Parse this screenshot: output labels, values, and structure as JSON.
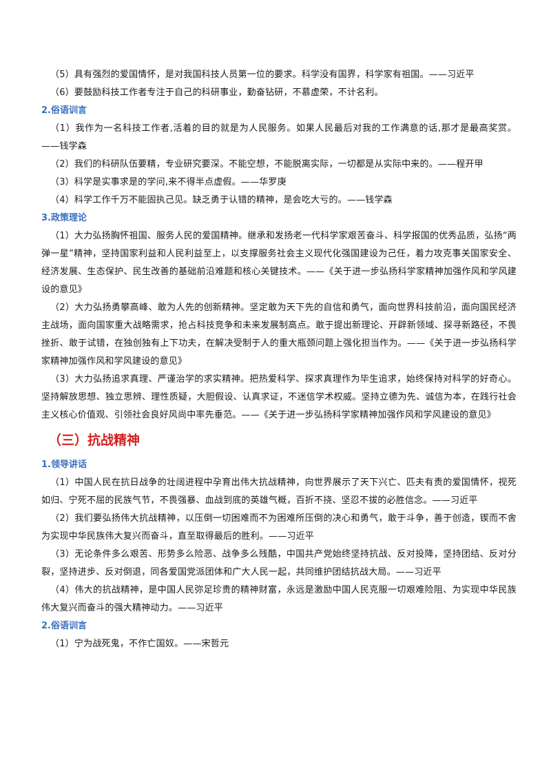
{
  "content": {
    "p_top_5": "（5）具有强烈的爱国情怀，是对我国科技人员第一位的要求。科学没有国界，科学家有祖国。——习近平",
    "p_top_6": "（6）要鼓励科技工作者专注于自己的科研事业，勤奋钻研，不慕虚荣，不计名利。",
    "h_proverbs_1": "2.俗语训言",
    "p_prov_1": "（1）我作为一名科技工作者,活着的目的就是为人民服务。如果人民最后对我的工作满意的话,那才是最高奖赏。——钱学森",
    "p_prov_2": "（2）我们的科研队伍要精，专业研究要深。不能空想，不能脱离实际，一切都是从实际中来的。——程开甲",
    "p_prov_3": "（3）科学是实事求是的学问,来不得半点虚假。——华罗庚",
    "p_prov_4": "（4）科学工作千万不能固执己见。缺乏勇于认错的精神，是会吃大亏的。——钱学森",
    "h_policy": "3.政策理论",
    "p_policy_1": "（1）大力弘扬胸怀祖国、服务人民的爱国精神。继承和发扬老一代科学家艰苦奋斗、科学报国的优秀品质，弘扬“两弹一星”精神，坚持国家利益和人民利益至上，以支撑服务社会主义现代化强国建设为己任，着力攻克事关国家安全、经济发展、生态保护、民生改善的基础前沿难题和核心关键技术。——《关于进一步弘扬科学家精神加强作风和学风建设的意见》",
    "p_policy_2": "（2）大力弘扬勇攀高峰、敢为人先的创新精神。坚定敢为天下先的自信和勇气，面向世界科技前沿，面向国民经济主战场，面向国家重大战略需求，抢占科技竞争和未来发展制高点。敢于提出新理论、开辟新领域、探寻新路径，不畏挫折、敢于试错，在独创独有上下功夫，在解决受制于人的重大瓶颈问题上强化担当作为。——《关于进一步弘扬科学家精神加强作风和学风建设的意见》",
    "p_policy_3": "（3）大力弘扬追求真理、严谨治学的求实精神。把热爱科学、探求真理作为毕生追求，始终保持对科学的好奇心。坚持解放思想、独立思辨、理性质疑，大胆假设、认真求证，不迷信学术权威。坚持立德为先、诚信为本，在践行社会主义核心价值观、引领社会良好风尚中率先垂范。——《关于进一步弘扬科学家精神加强作风和学风建设的意见》",
    "h_section_3": "（三）抗战精神",
    "h_leaders": "1.领导讲话",
    "p_lead_1": "（1）中国人民在抗日战争的壮阔进程中孕育出伟大抗战精神，向世界展示了天下兴亡、匹夫有责的爱国情怀，视死如归、宁死不屈的民族气节，不畏强暴、血战到底的英雄气概，百折不挠、坚忍不拔的必胜信念。——习近平",
    "p_lead_2": "（2）我们要弘扬伟大抗战精神，以压倒一切困难而不为困难所压倒的决心和勇气，敢于斗争，善于创造，锲而不舍为实现中华民族伟大复兴而奋斗，直至取得最后的胜利。——习近平",
    "p_lead_3": "（3）无论条件多么艰苦、形势多么险恶、战争多么残酷，中国共产党始终坚持抗战、反对投降，坚持团结、反对分裂，坚持进步、反对倒退，同各爱国党派团体和广大人民一起，共同维护团结抗战大局。——习近平",
    "p_lead_4": "（4）伟大的抗战精神，是中国人民弥足珍贵的精神财富，永远是激励中国人民克服一切艰难险阻、为实现中华民族伟大复兴而奋斗的强大精神动力。——习近平",
    "h_proverbs_2": "2.俗语训言",
    "p_prov2_1": "（1）宁为战死鬼，不作亡国奴。——宋哲元"
  },
  "colors": {
    "heading_blue": "#3a6fbf",
    "section_red": "#d42020",
    "body_text": "#1a1a1a"
  }
}
